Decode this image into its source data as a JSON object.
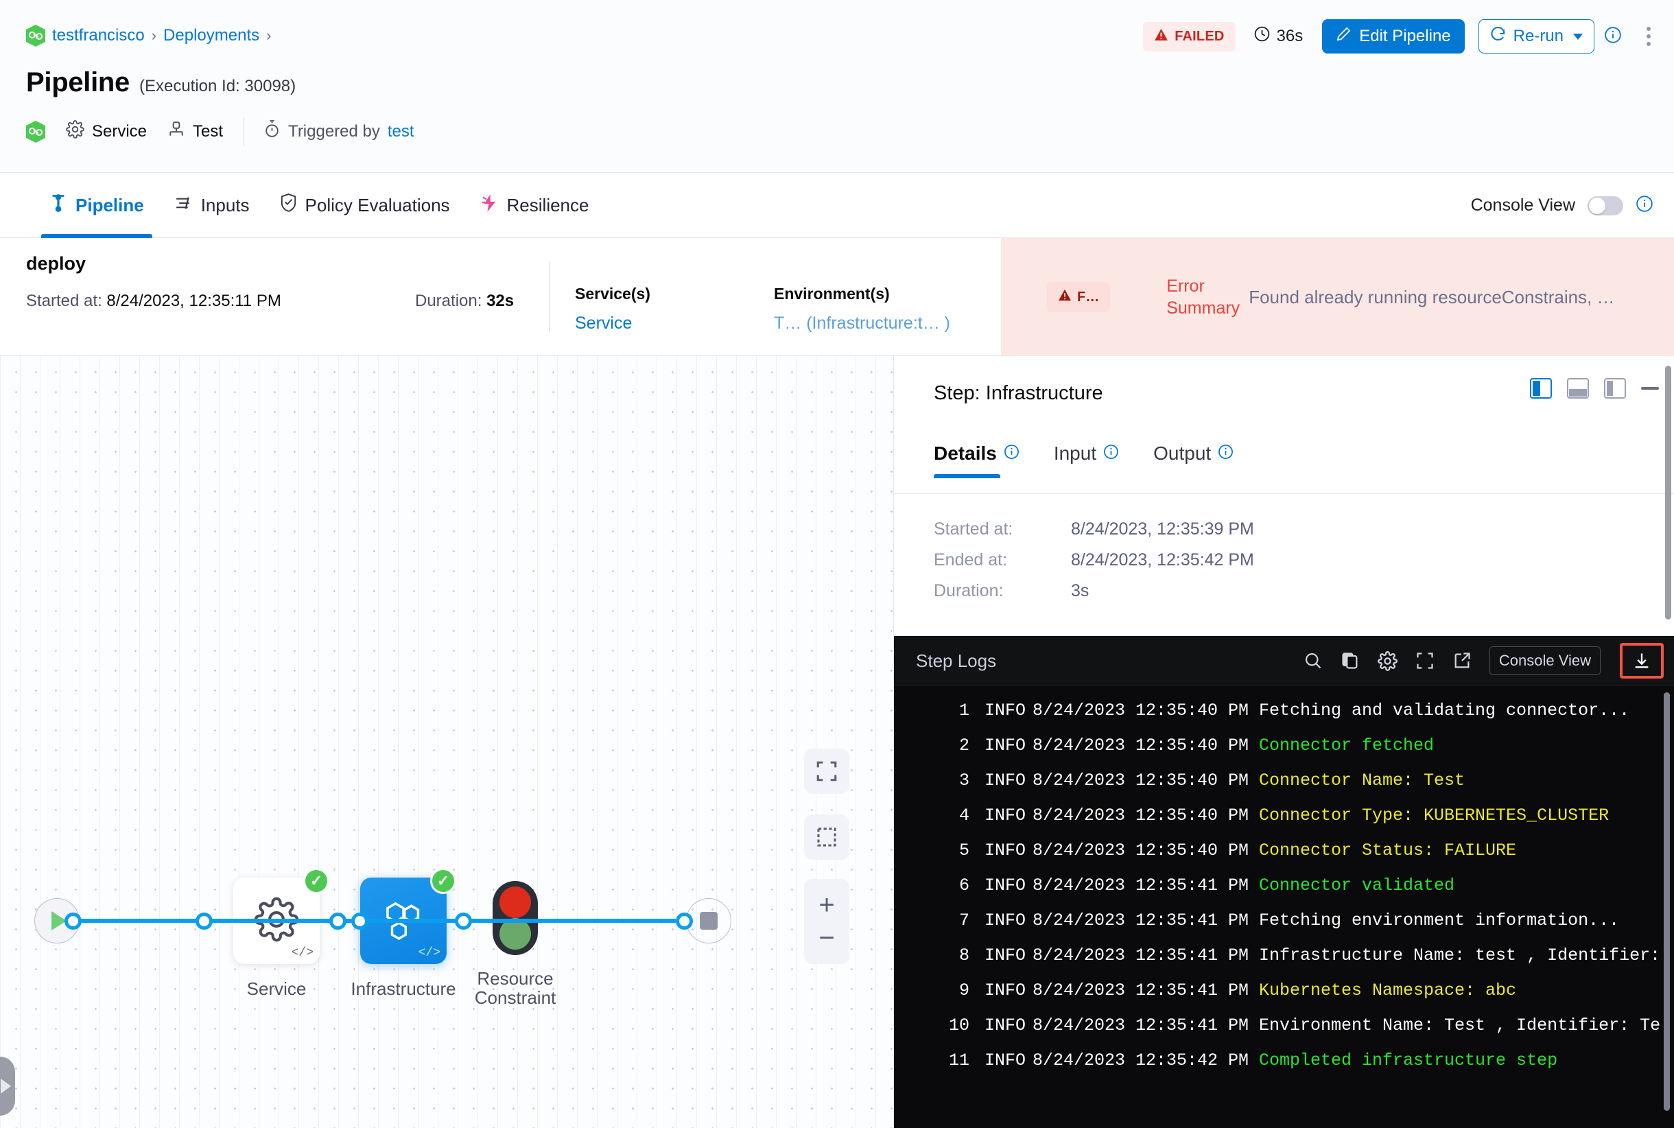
{
  "breadcrumb": {
    "org": "testfrancisco",
    "section": "Deployments",
    "sep": "›"
  },
  "header": {
    "title": "Pipeline",
    "execution": "(Execution Id: 30098)",
    "service_label": "Service",
    "test_label": "Test",
    "triggered_prefix": "Triggered by",
    "triggered_by": "test"
  },
  "actions": {
    "status_badge": "FAILED",
    "duration": "36s",
    "edit_pipeline": "Edit Pipeline",
    "rerun": "Re-run",
    "info_icon": "info-icon",
    "kebab_icon": "more-options-icon"
  },
  "tabs": [
    {
      "label": "Pipeline",
      "icon": "pipeline-icon",
      "active": true
    },
    {
      "label": "Inputs",
      "icon": "inputs-icon",
      "active": false
    },
    {
      "label": "Policy Evaluations",
      "icon": "shield-check-icon",
      "active": false
    },
    {
      "label": "Resilience",
      "icon": "resilience-icon",
      "active": false
    }
  ],
  "console_view": {
    "label": "Console View",
    "enabled": false
  },
  "stage": {
    "name": "deploy",
    "started_label": "Started at:",
    "started_value": "8/24/2023, 12:35:11 PM",
    "duration_label": "Duration:",
    "duration_value": "32s",
    "services_header": "Service(s)",
    "services_value": "Service",
    "environments_header": "Environment(s)",
    "environments_value": "T… (Infrastructure:t… )"
  },
  "error_bar": {
    "badge": "F…",
    "summary_label": "Error Summary",
    "message": "Found already running resourceConstrains, …"
  },
  "graph": {
    "nodes": [
      {
        "name": "start",
        "label": "",
        "type": "start"
      },
      {
        "name": "Service",
        "label": "Service",
        "type": "step",
        "status": "success",
        "selected": false
      },
      {
        "name": "Infrastructure",
        "label": "Infrastructure",
        "type": "step",
        "status": "success",
        "selected": true
      },
      {
        "name": "Resource Constraint",
        "label": "Resource\nConstraint",
        "type": "barrier"
      },
      {
        "name": "end",
        "label": "",
        "type": "end"
      }
    ],
    "labels": {
      "service": "Service",
      "infrastructure": "Infrastructure",
      "resource_line1": "Resource",
      "resource_line2": "Constraint"
    },
    "controls": {
      "fit": "fit-screen-icon",
      "select": "marquee-select-icon",
      "zoom_in": "+",
      "zoom_out": "−"
    }
  },
  "step_panel": {
    "title": "Step: Infrastructure",
    "layout_icons": [
      "layout-left-icon",
      "layout-bottom-icon",
      "layout-right-icon",
      "minimize-icon"
    ],
    "tabs": [
      {
        "label": "Details",
        "active": true
      },
      {
        "label": "Input",
        "active": false
      },
      {
        "label": "Output",
        "active": false
      }
    ],
    "details": [
      {
        "label": "Started at:",
        "value": "8/24/2023, 12:35:39 PM"
      },
      {
        "label": "Ended at:",
        "value": "8/24/2023, 12:35:42 PM"
      },
      {
        "label": "Duration:",
        "value": "3s"
      }
    ]
  },
  "logs": {
    "title": "Step Logs",
    "toolbar": {
      "search": "search-icon",
      "copy": "copy-icon",
      "settings": "gear-icon",
      "fullscreen": "fullscreen-icon",
      "open_external": "open-external-icon",
      "console_view": "Console View",
      "download": "download-icon"
    },
    "lines": [
      {
        "n": "1",
        "level": "INFO",
        "ts": "8/24/2023 12:35:40 PM",
        "msg": "Fetching and validating connector...",
        "color": "white"
      },
      {
        "n": "2",
        "level": "INFO",
        "ts": "8/24/2023 12:35:40 PM",
        "msg": "Connector fetched",
        "color": "green"
      },
      {
        "n": "3",
        "level": "INFO",
        "ts": "8/24/2023 12:35:40 PM",
        "msg": "Connector Name: Test",
        "color": "yellow"
      },
      {
        "n": "4",
        "level": "INFO",
        "ts": "8/24/2023 12:35:40 PM",
        "msg": "Connector Type: KUBERNETES_CLUSTER",
        "color": "yellow"
      },
      {
        "n": "5",
        "level": "INFO",
        "ts": "8/24/2023 12:35:40 PM",
        "msg": "Connector Status: FAILURE",
        "color": "yellow"
      },
      {
        "n": "6",
        "level": "INFO",
        "ts": "8/24/2023 12:35:41 PM",
        "msg": "Connector validated",
        "color": "green"
      },
      {
        "n": "7",
        "level": "INFO",
        "ts": "8/24/2023 12:35:41 PM",
        "msg": "Fetching environment information...",
        "color": "white"
      },
      {
        "n": "8",
        "level": "INFO",
        "ts": "8/24/2023 12:35:41 PM",
        "msg": "Infrastructure Name: test , Identifier:",
        "color": "white"
      },
      {
        "n": "9",
        "level": "INFO",
        "ts": "8/24/2023 12:35:41 PM",
        "msg": "Kubernetes Namespace: abc",
        "color": "yellow"
      },
      {
        "n": "10",
        "level": "INFO",
        "ts": "8/24/2023 12:35:41 PM",
        "msg": "Environment Name: Test , Identifier: Te",
        "color": "white"
      },
      {
        "n": "11",
        "level": "INFO",
        "ts": "8/24/2023 12:35:42 PM",
        "msg": "Completed infrastructure step",
        "color": "green"
      }
    ]
  },
  "colors": {
    "accent": "#0278d5",
    "danger": "#c8271b",
    "success": "#4dc952",
    "log_green": "#2ce22c",
    "log_yellow": "#ece72b",
    "highlight_box": "#f4533f"
  }
}
